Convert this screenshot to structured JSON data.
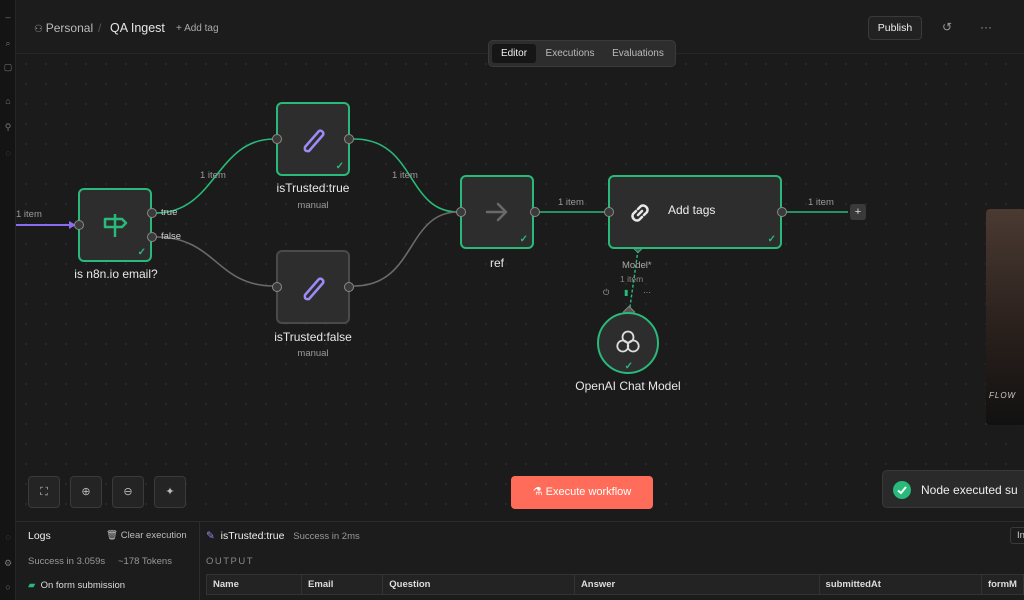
{
  "breadcrumb": {
    "project": "Personal",
    "separator": "/",
    "workflow": "QA Ingest",
    "add_tag": "+ Add tag"
  },
  "header": {
    "publish_label": "Publish",
    "tabs": [
      "Editor",
      "Executions",
      "Evaluations"
    ],
    "active_tab": "Editor"
  },
  "nodes": {
    "if_node": {
      "label": "is n8n.io email?",
      "out_true": "true",
      "out_false": "false"
    },
    "trusted_true": {
      "label": "isTrusted:true",
      "sub": "manual"
    },
    "trusted_false": {
      "label": "isTrusted:false",
      "sub": "manual"
    },
    "ref": {
      "label": "ref"
    },
    "add_tags": {
      "label": "Add tags",
      "model_label": "Model*",
      "model_items": "1 item"
    },
    "openai": {
      "label": "OpenAI Chat Model"
    }
  },
  "wires": {
    "in_label": "1 item",
    "if_to_true": "1 item",
    "true_to_ref": "1 item",
    "ref_to_tags": "1 item",
    "tags_out": "1 item"
  },
  "canvas": {
    "execute_label": "Execute workflow",
    "toast_text": "Node executed su",
    "webcam_text": "FLOW"
  },
  "logs": {
    "title": "Logs",
    "clear_label": "Clear execution",
    "summary": "Success in 3.059s",
    "tokens": "~178 Tokens",
    "trigger_item": "On form submission",
    "node_name": "isTrusted:true",
    "node_status": "Success in 2ms",
    "output_label": "OUTPUT",
    "columns": [
      "Name",
      "Email",
      "Question",
      "Answer",
      "submittedAt",
      "formM"
    ],
    "right_btn": "In"
  },
  "colors": {
    "accent": "#29b97a",
    "execute": "#ff6d5a",
    "pen": "#9b8cf5",
    "trigger_wire": "#8b6cf0"
  }
}
